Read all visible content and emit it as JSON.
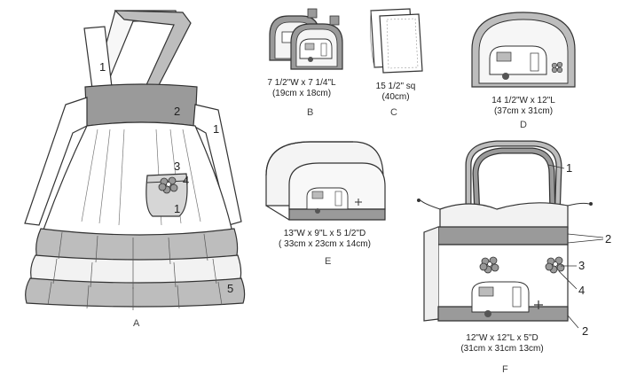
{
  "views": {
    "a": {
      "letter": "A",
      "callouts": [
        "1",
        "2",
        "1",
        "3",
        "4",
        "1",
        "5"
      ]
    },
    "b": {
      "letter": "B",
      "dims_line1": "7 1/2\"W x 7 1/4\"L",
      "dims_line2": "(19cm x 18cm)"
    },
    "c": {
      "letter": "C",
      "dims_line1": "15 1/2\" sq",
      "dims_line2": "(40cm)"
    },
    "d": {
      "letter": "D",
      "dims_line1": "14 1/2\"W x 12\"L",
      "dims_line2": "(37cm x 31cm)"
    },
    "e": {
      "letter": "E",
      "dims_line1": "13\"W x  9\"L x 5 1/2\"D",
      "dims_line2": "( 33cm x 23cm x 14cm)"
    },
    "f": {
      "letter": "F",
      "dims_line1": "12\"W x 12\"L x 5\"D",
      "dims_line2": "(31cm x 31cm 13cm)",
      "callouts": [
        "1",
        "2",
        "3",
        "4",
        "2"
      ]
    }
  },
  "colors": {
    "line": "#333333",
    "fill_light": "#f4f4f4",
    "fill_gray": "#bdbdbd",
    "fill_mid": "#d6d6d6",
    "fill_dark": "#8a8a8a"
  }
}
